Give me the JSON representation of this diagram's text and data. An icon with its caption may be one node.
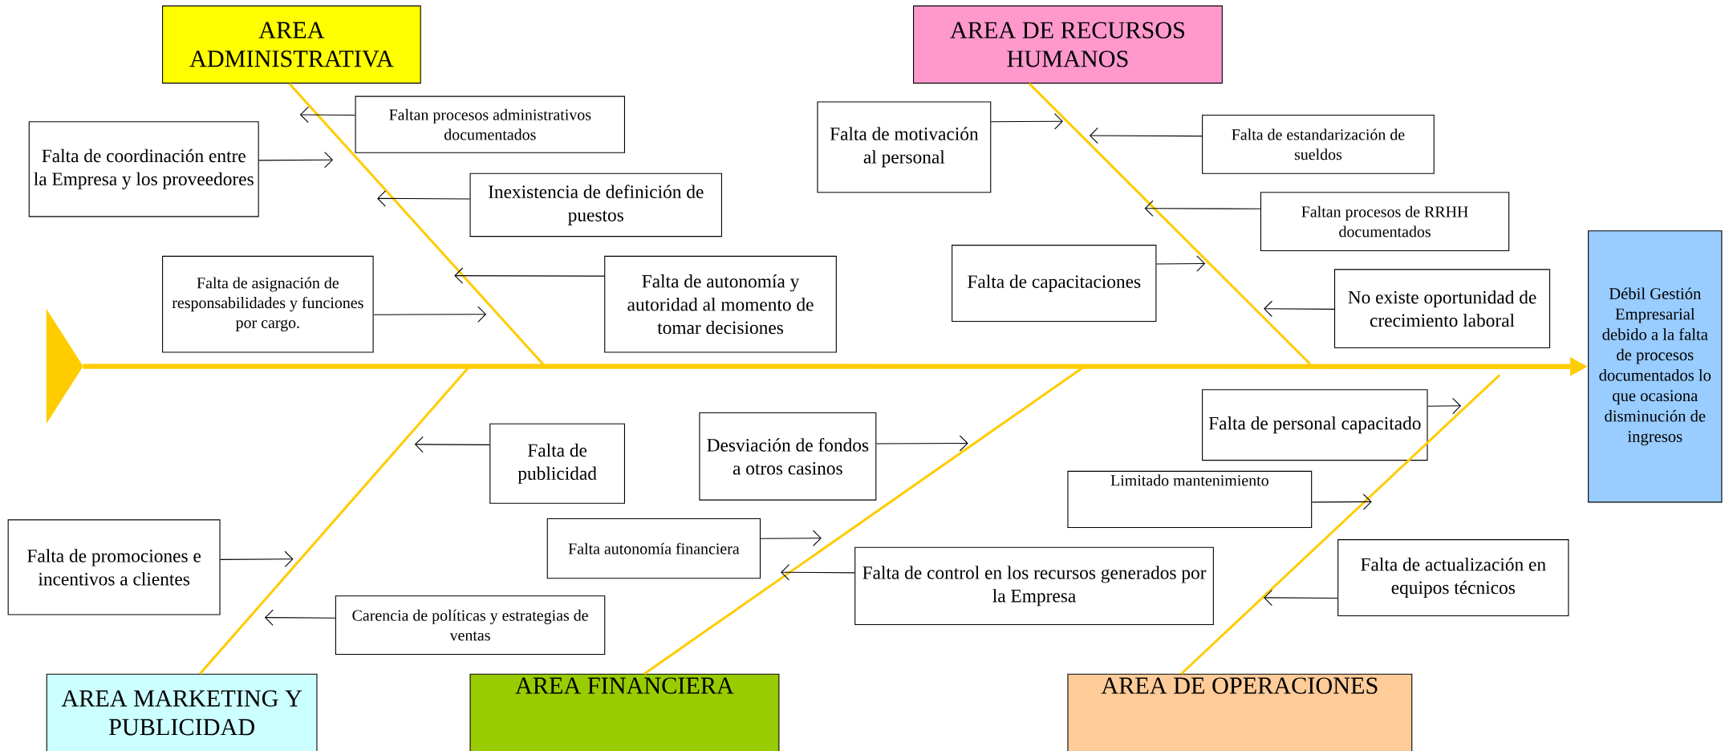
{
  "diagram": {
    "nodes": [
      {
        "text": [
          "AREA ADMINISTRATIVA"
        ]
      },
      {
        "text": [
          "AREA DE RECURSOS HUMANOS"
        ]
      },
      {
        "text": [
          "Débil Gestión Empresarial debido a la falta de procesos documentados lo que ocasiona disminución de ingresos"
        ]
      },
      {
        "text": [
          "AREA MARKETING Y PUBLICIDAD"
        ]
      },
      {
        "text": [
          "AREA FINANCIERA"
        ]
      },
      {
        "text": [
          "AREA DE OPERACIONES"
        ]
      },
      {
        "text": [
          "Faltan procesos administrativos documentados"
        ]
      },
      {
        "text": [
          "Falta de coordinación entre la Empresa y los proveedores"
        ]
      },
      {
        "text": [
          "Inexistencia de definición de puestos"
        ]
      },
      {
        "text": [
          "Falta de asignación de responsabilidades y funciones por cargo."
        ]
      },
      {
        "text": [
          "Falta de autonomía y autoridad al momento de tomar decisiones"
        ]
      },
      {
        "text": [
          "Falta de motivación al personal"
        ]
      },
      {
        "text": [
          "Falta de estandarización de sueldos"
        ]
      },
      {
        "text": [
          "Faltan procesos de RRHH documentados"
        ]
      },
      {
        "text": [
          "Falta de capacitaciones"
        ]
      },
      {
        "text": [
          "No existe oportunidad de crecimiento laboral"
        ]
      },
      {
        "text": [
          "Falta de publicidad"
        ]
      },
      {
        "text": [
          "Falta de promociones e incentivos a clientes"
        ]
      },
      {
        "text": [
          "Carencia de políticas y estrategias de ventas"
        ]
      },
      {
        "text": [
          "Desviación de fondos a otros casinos"
        ]
      },
      {
        "text": [
          "Falta autonomía financiera"
        ]
      },
      {
        "text": [
          "Falta de control en los recursos generados por la Empresa"
        ]
      },
      {
        "text": [
          "Falta de personal capacitado"
        ]
      },
      {
        "text": [
          "Limitado mantenimiento"
        ]
      },
      {
        "text": [
          "Falta de actualización en equipos técnicos"
        ]
      },
      {
        "text": [],
        "shape": "triangle"
      }
    ],
    "edges": [
      {
        "from": 25,
        "to": 2,
        "arrow": "to",
        "style": "thick",
        "color": "#ffcc00"
      },
      {
        "from": 0,
        "to": null,
        "arrow": "none",
        "color": "#ffcc00"
      },
      {
        "from": 1,
        "to": null,
        "arrow": "none",
        "color": "#ffcc00"
      },
      {
        "from": 3,
        "to": null,
        "arrow": "none",
        "color": "#ffcc00"
      },
      {
        "from": 4,
        "to": null,
        "arrow": "none",
        "color": "#ffcc00"
      },
      {
        "from": 5,
        "to": null,
        "arrow": "none",
        "color": "#ffcc00"
      },
      {
        "from": 6,
        "to": null,
        "arrow": "to"
      },
      {
        "from": 7,
        "to": null,
        "arrow": "to"
      },
      {
        "from": 8,
        "to": null,
        "arrow": "to"
      },
      {
        "from": 9,
        "to": null,
        "arrow": "to"
      },
      {
        "from": 10,
        "to": null,
        "arrow": "to"
      },
      {
        "from": 11,
        "to": null,
        "arrow": "to"
      },
      {
        "from": 12,
        "to": null,
        "arrow": "to"
      },
      {
        "from": 13,
        "to": null,
        "arrow": "to"
      },
      {
        "from": 14,
        "to": null,
        "arrow": "to"
      },
      {
        "from": 15,
        "to": null,
        "arrow": "to"
      },
      {
        "from": 16,
        "to": null,
        "arrow": "to"
      },
      {
        "from": 17,
        "to": null,
        "arrow": "to"
      },
      {
        "from": 18,
        "to": null,
        "arrow": "to"
      },
      {
        "from": 19,
        "to": null,
        "arrow": "to"
      },
      {
        "from": 20,
        "to": null,
        "arrow": "to"
      },
      {
        "from": 21,
        "to": null,
        "arrow": "to"
      },
      {
        "from": 22,
        "to": null,
        "arrow": "to"
      },
      {
        "from": 23,
        "to": null,
        "arrow": "to"
      },
      {
        "from": 24,
        "to": null,
        "arrow": "to"
      }
    ]
  }
}
